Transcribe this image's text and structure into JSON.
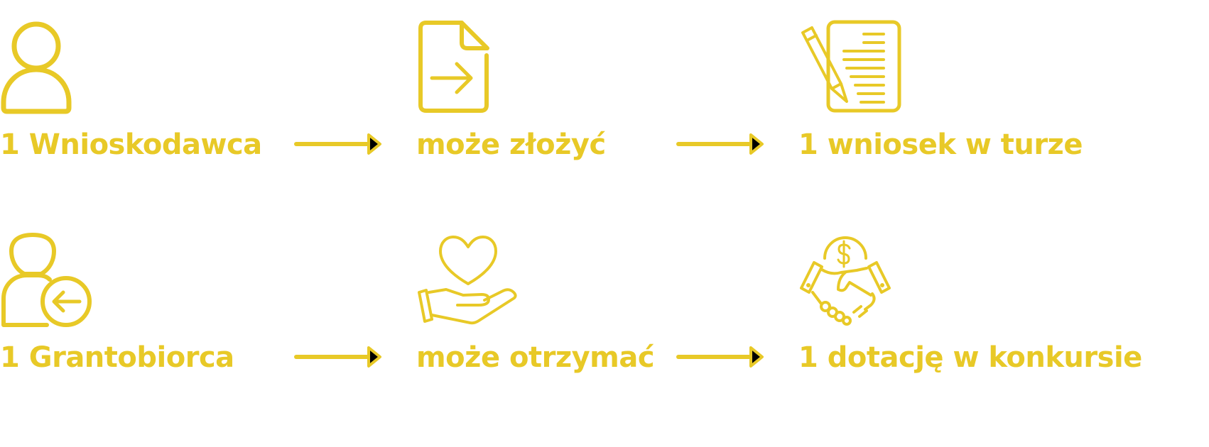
{
  "accent_color": "#E8C927",
  "rows": [
    {
      "nodes": [
        {
          "label": "1 Wnioskodawca",
          "icon": "person-icon"
        },
        {
          "label": "może złożyć",
          "icon": "document-submit-icon"
        },
        {
          "label": "1 wniosek w turze",
          "icon": "document-pencil-icon"
        }
      ]
    },
    {
      "nodes": [
        {
          "label": "1 Grantobiorca",
          "icon": "person-receive-icon"
        },
        {
          "label": "może otrzymać",
          "icon": "hand-heart-icon"
        },
        {
          "label": "1 dotację w konkursie",
          "icon": "handshake-money-icon"
        }
      ]
    }
  ]
}
